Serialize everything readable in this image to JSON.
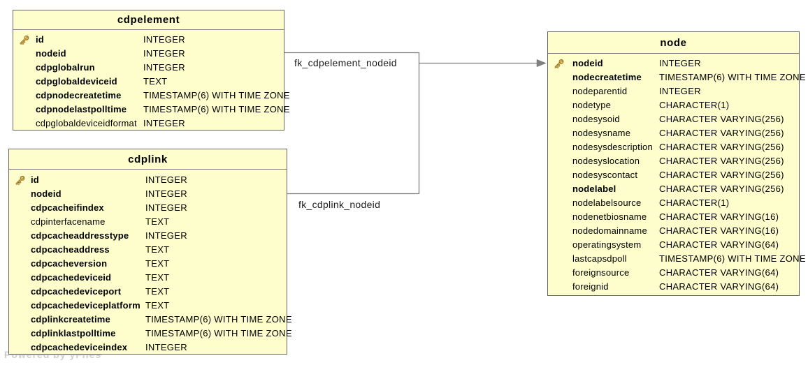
{
  "diagram": {
    "watermark": "Powered by yFiles",
    "colors": {
      "table_fill": "#fefecc",
      "table_border": "#646464",
      "edge_gray": "#808080",
      "key_gold": "#f2c65f",
      "key_outline": "#8f6e1e",
      "label_text": "#1c1c1c",
      "watermark_gray": "#cfcfcf"
    },
    "relations": [
      {
        "label": "fk_cdpelement_nodeid"
      },
      {
        "label": "fk_cdplink_nodeid"
      }
    ],
    "tables": [
      {
        "name": "cdpelement",
        "columns": [
          {
            "name": "id",
            "type": "INTEGER",
            "bold": true,
            "key": true
          },
          {
            "name": "nodeid",
            "type": "INTEGER",
            "bold": true,
            "key": false
          },
          {
            "name": "cdpglobalrun",
            "type": "INTEGER",
            "bold": true,
            "key": false
          },
          {
            "name": "cdpglobaldeviceid",
            "type": "TEXT",
            "bold": true,
            "key": false
          },
          {
            "name": "cdpnodecreatetime",
            "type": "TIMESTAMP(6) WITH TIME ZONE",
            "bold": true,
            "key": false
          },
          {
            "name": "cdpnodelastpolltime",
            "type": "TIMESTAMP(6) WITH TIME ZONE",
            "bold": true,
            "key": false
          },
          {
            "name": "cdpglobaldeviceidformat",
            "type": "INTEGER",
            "bold": false,
            "key": false
          }
        ]
      },
      {
        "name": "cdplink",
        "columns": [
          {
            "name": "id",
            "type": "INTEGER",
            "bold": true,
            "key": true
          },
          {
            "name": "nodeid",
            "type": "INTEGER",
            "bold": true,
            "key": false
          },
          {
            "name": "cdpcacheifindex",
            "type": "INTEGER",
            "bold": true,
            "key": false
          },
          {
            "name": "cdpinterfacename",
            "type": "TEXT",
            "bold": false,
            "key": false
          },
          {
            "name": "cdpcacheaddresstype",
            "type": "INTEGER",
            "bold": true,
            "key": false
          },
          {
            "name": "cdpcacheaddress",
            "type": "TEXT",
            "bold": true,
            "key": false
          },
          {
            "name": "cdpcacheversion",
            "type": "TEXT",
            "bold": true,
            "key": false
          },
          {
            "name": "cdpcachedeviceid",
            "type": "TEXT",
            "bold": true,
            "key": false
          },
          {
            "name": "cdpcachedeviceport",
            "type": "TEXT",
            "bold": true,
            "key": false
          },
          {
            "name": "cdpcachedeviceplatform",
            "type": "TEXT",
            "bold": true,
            "key": false
          },
          {
            "name": "cdplinkcreatetime",
            "type": "TIMESTAMP(6) WITH TIME ZONE",
            "bold": true,
            "key": false
          },
          {
            "name": "cdplinklastpolltime",
            "type": "TIMESTAMP(6) WITH TIME ZONE",
            "bold": true,
            "key": false
          },
          {
            "name": "cdpcachedeviceindex",
            "type": "INTEGER",
            "bold": true,
            "key": false
          }
        ]
      },
      {
        "name": "node",
        "columns": [
          {
            "name": "nodeid",
            "type": "INTEGER",
            "bold": true,
            "key": true
          },
          {
            "name": "nodecreatetime",
            "type": "TIMESTAMP(6) WITH TIME ZONE",
            "bold": true,
            "key": false
          },
          {
            "name": "nodeparentid",
            "type": "INTEGER",
            "bold": false,
            "key": false
          },
          {
            "name": "nodetype",
            "type": "CHARACTER(1)",
            "bold": false,
            "key": false
          },
          {
            "name": "nodesysoid",
            "type": "CHARACTER VARYING(256)",
            "bold": false,
            "key": false
          },
          {
            "name": "nodesysname",
            "type": "CHARACTER VARYING(256)",
            "bold": false,
            "key": false
          },
          {
            "name": "nodesysdescription",
            "type": "CHARACTER VARYING(256)",
            "bold": false,
            "key": false
          },
          {
            "name": "nodesyslocation",
            "type": "CHARACTER VARYING(256)",
            "bold": false,
            "key": false
          },
          {
            "name": "nodesyscontact",
            "type": "CHARACTER VARYING(256)",
            "bold": false,
            "key": false
          },
          {
            "name": "nodelabel",
            "type": "CHARACTER VARYING(256)",
            "bold": true,
            "key": false
          },
          {
            "name": "nodelabelsource",
            "type": "CHARACTER(1)",
            "bold": false,
            "key": false
          },
          {
            "name": "nodenetbiosname",
            "type": "CHARACTER VARYING(16)",
            "bold": false,
            "key": false
          },
          {
            "name": "nodedomainname",
            "type": "CHARACTER VARYING(16)",
            "bold": false,
            "key": false
          },
          {
            "name": "operatingsystem",
            "type": "CHARACTER VARYING(64)",
            "bold": false,
            "key": false
          },
          {
            "name": "lastcapsdpoll",
            "type": "TIMESTAMP(6) WITH TIME ZONE",
            "bold": false,
            "key": false
          },
          {
            "name": "foreignsource",
            "type": "CHARACTER VARYING(64)",
            "bold": false,
            "key": false
          },
          {
            "name": "foreignid",
            "type": "CHARACTER VARYING(64)",
            "bold": false,
            "key": false
          }
        ]
      }
    ]
  }
}
